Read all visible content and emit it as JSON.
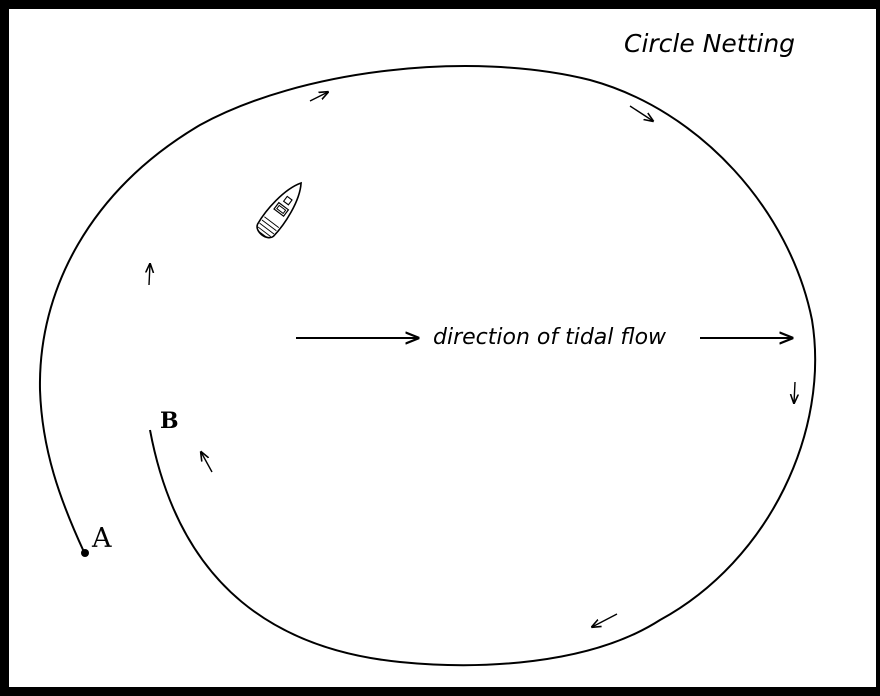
{
  "title": "Circle Netting",
  "flow_label": "direction of tidal flow",
  "point_a_label": "A",
  "point_b_label": "B"
}
